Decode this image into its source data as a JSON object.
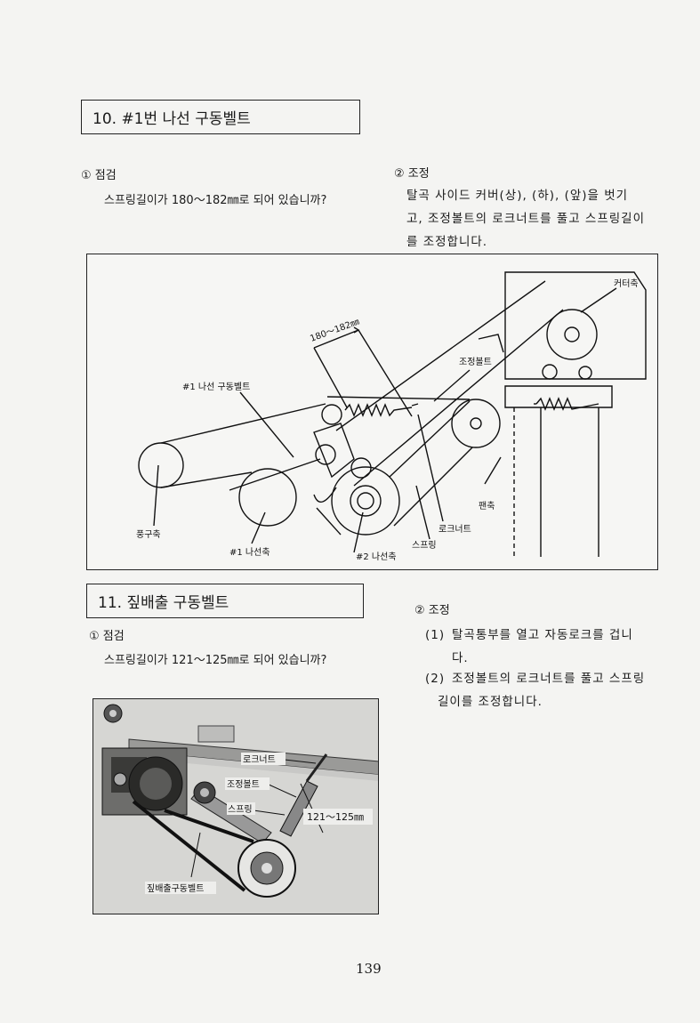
{
  "section10": {
    "title": "10. #1번 나선 구동벨트",
    "check_heading": "① 점검",
    "check_text": "스프링길이가 180～182㎜로 되어 있습니까?",
    "adjust_heading": "② 조정",
    "adjust_lines": [
      "탈곡 사이드 커버(상), (하), (앞)을 벗기",
      "고, 조정볼트의 로크너트를 풀고 스프링길이",
      "를 조정합니다."
    ],
    "diagram": {
      "dimension": "180～182㎜",
      "labels": {
        "cutter_shaft": "커터축",
        "adjust_bolt": "조정볼트",
        "belt": "#1 나선 구동벨트",
        "fan_shaft": "팬축",
        "locknut": "로크너트",
        "spring": "스프링",
        "wind_shaft": "풍구축",
        "spiral1": "#1 나선축",
        "spiral2": "#2 나선축"
      }
    }
  },
  "section11": {
    "title": "11. 짚배출 구동벨트",
    "check_heading": "① 점검",
    "check_text": "스프링길이가 121～125㎜로 되어 있습니까?",
    "adjust_heading": "② 조정",
    "adjust_items": [
      {
        "num": "(1)",
        "lines": [
          "탈곡통부를 열고 자동로크를 겁니",
          "다."
        ]
      },
      {
        "num": "(2)",
        "lines": [
          "조정볼트의 로크너트를 풀고 스프링",
          "길이를 조정합니다."
        ]
      }
    ],
    "photo": {
      "labels": {
        "locknut": "로크너트",
        "adjust_bolt": "조정볼트",
        "spring": "스프링",
        "dimension": "121～125㎜",
        "belt": "짚배출구동벨트"
      }
    }
  },
  "page_number": "139"
}
